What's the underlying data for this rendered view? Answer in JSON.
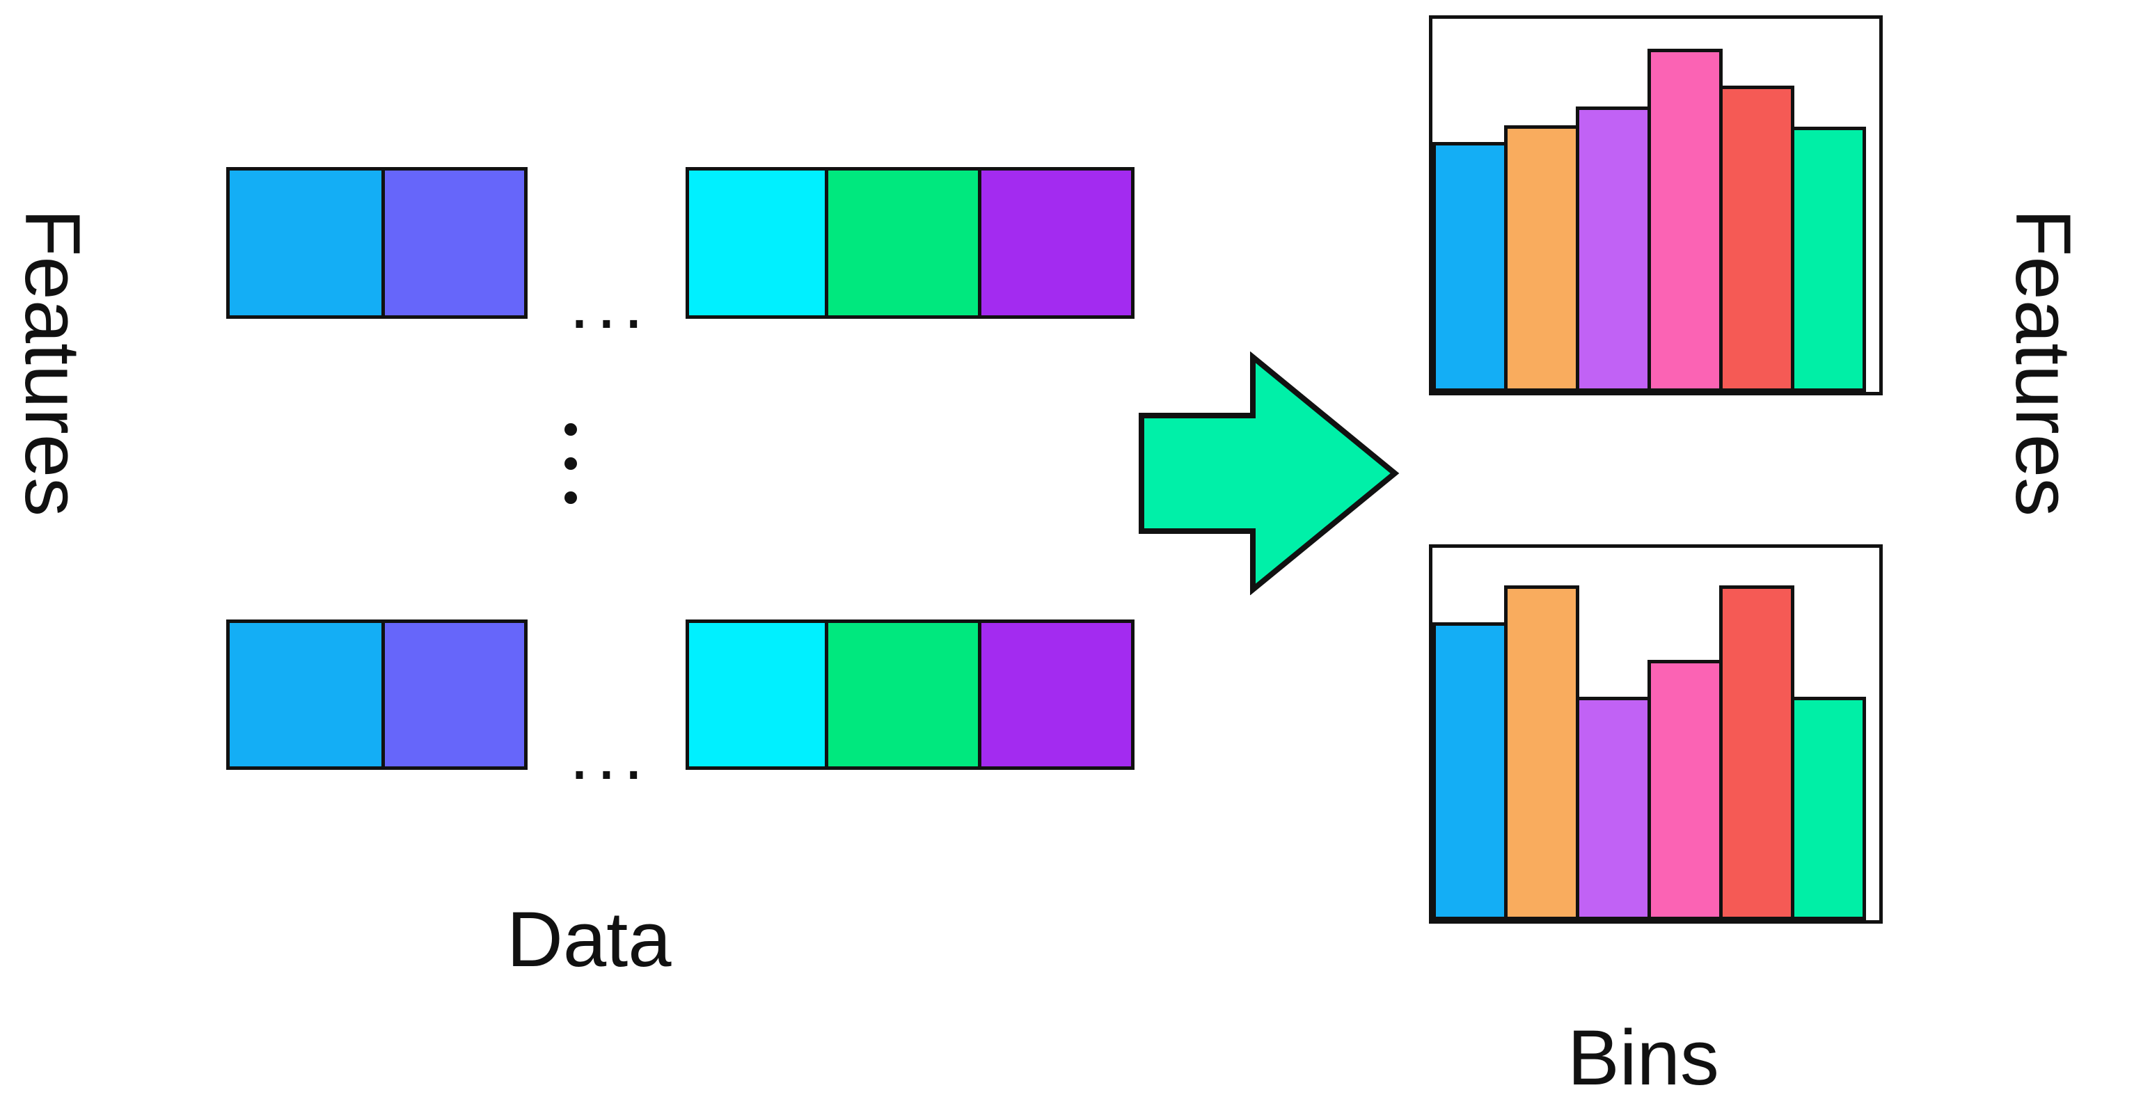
{
  "diagram": {
    "title": "Data to Bins feature transformation",
    "background": "#ffffff",
    "stroke": "#111111"
  },
  "labels": {
    "left_axis": "Features",
    "right_axis": "Features",
    "bottom_left": "Data",
    "bottom_right": "Bins",
    "row_ellipsis": "...",
    "column_ellipsis": "⋮"
  },
  "data_matrix": {
    "rows": [
      {
        "name": "row-1",
        "left_group": [
          {
            "label": "feature-block-blue",
            "color": "#14AEF5"
          },
          {
            "label": "feature-block-indigo",
            "color": "#6666FA"
          }
        ],
        "right_group": [
          {
            "label": "feature-block-cyan",
            "color": "#00F0FF"
          },
          {
            "label": "feature-block-green",
            "color": "#00E87E"
          },
          {
            "label": "feature-block-purple",
            "color": "#A32BF0"
          }
        ]
      },
      {
        "name": "row-2",
        "left_group": [
          {
            "label": "feature-block-blue",
            "color": "#14AEF5"
          },
          {
            "label": "feature-block-indigo",
            "color": "#6666FA"
          }
        ],
        "right_group": [
          {
            "label": "feature-block-cyan",
            "color": "#00F0FF"
          },
          {
            "label": "feature-block-green",
            "color": "#00E87E"
          },
          {
            "label": "feature-block-purple",
            "color": "#A32BF0"
          }
        ]
      }
    ]
  },
  "arrow": {
    "name": "transform-arrow",
    "direction": "right",
    "fill": "#00F0A8",
    "stroke": "#111111"
  },
  "chart_data": [
    {
      "type": "bar",
      "name": "histogram-top",
      "title": "",
      "xlabel": "Bins",
      "ylabel": "Features",
      "grid": false,
      "legend": "none",
      "categories": [
        "bin-1",
        "bin-2",
        "bin-3",
        "bin-4",
        "bin-5",
        "bin-6"
      ],
      "values": [
        67,
        71,
        76,
        92,
        82,
        71
      ],
      "ylim": [
        0,
        100
      ],
      "colors": [
        "#14AEF5",
        "#F9AC5E",
        "#C162F5",
        "#FB63B4",
        "#F55A55",
        "#00EFA6"
      ]
    },
    {
      "type": "bar",
      "name": "histogram-bottom",
      "title": "",
      "xlabel": "Bins",
      "ylabel": "Features",
      "grid": false,
      "legend": "none",
      "categories": [
        "bin-1",
        "bin-2",
        "bin-3",
        "bin-4",
        "bin-5",
        "bin-6"
      ],
      "values": [
        80,
        90,
        60,
        70,
        90,
        60
      ],
      "ylim": [
        0,
        100
      ],
      "colors": [
        "#14AEF5",
        "#F9AC5E",
        "#C162F5",
        "#FB63B4",
        "#F55A55",
        "#00EFA6"
      ]
    }
  ]
}
